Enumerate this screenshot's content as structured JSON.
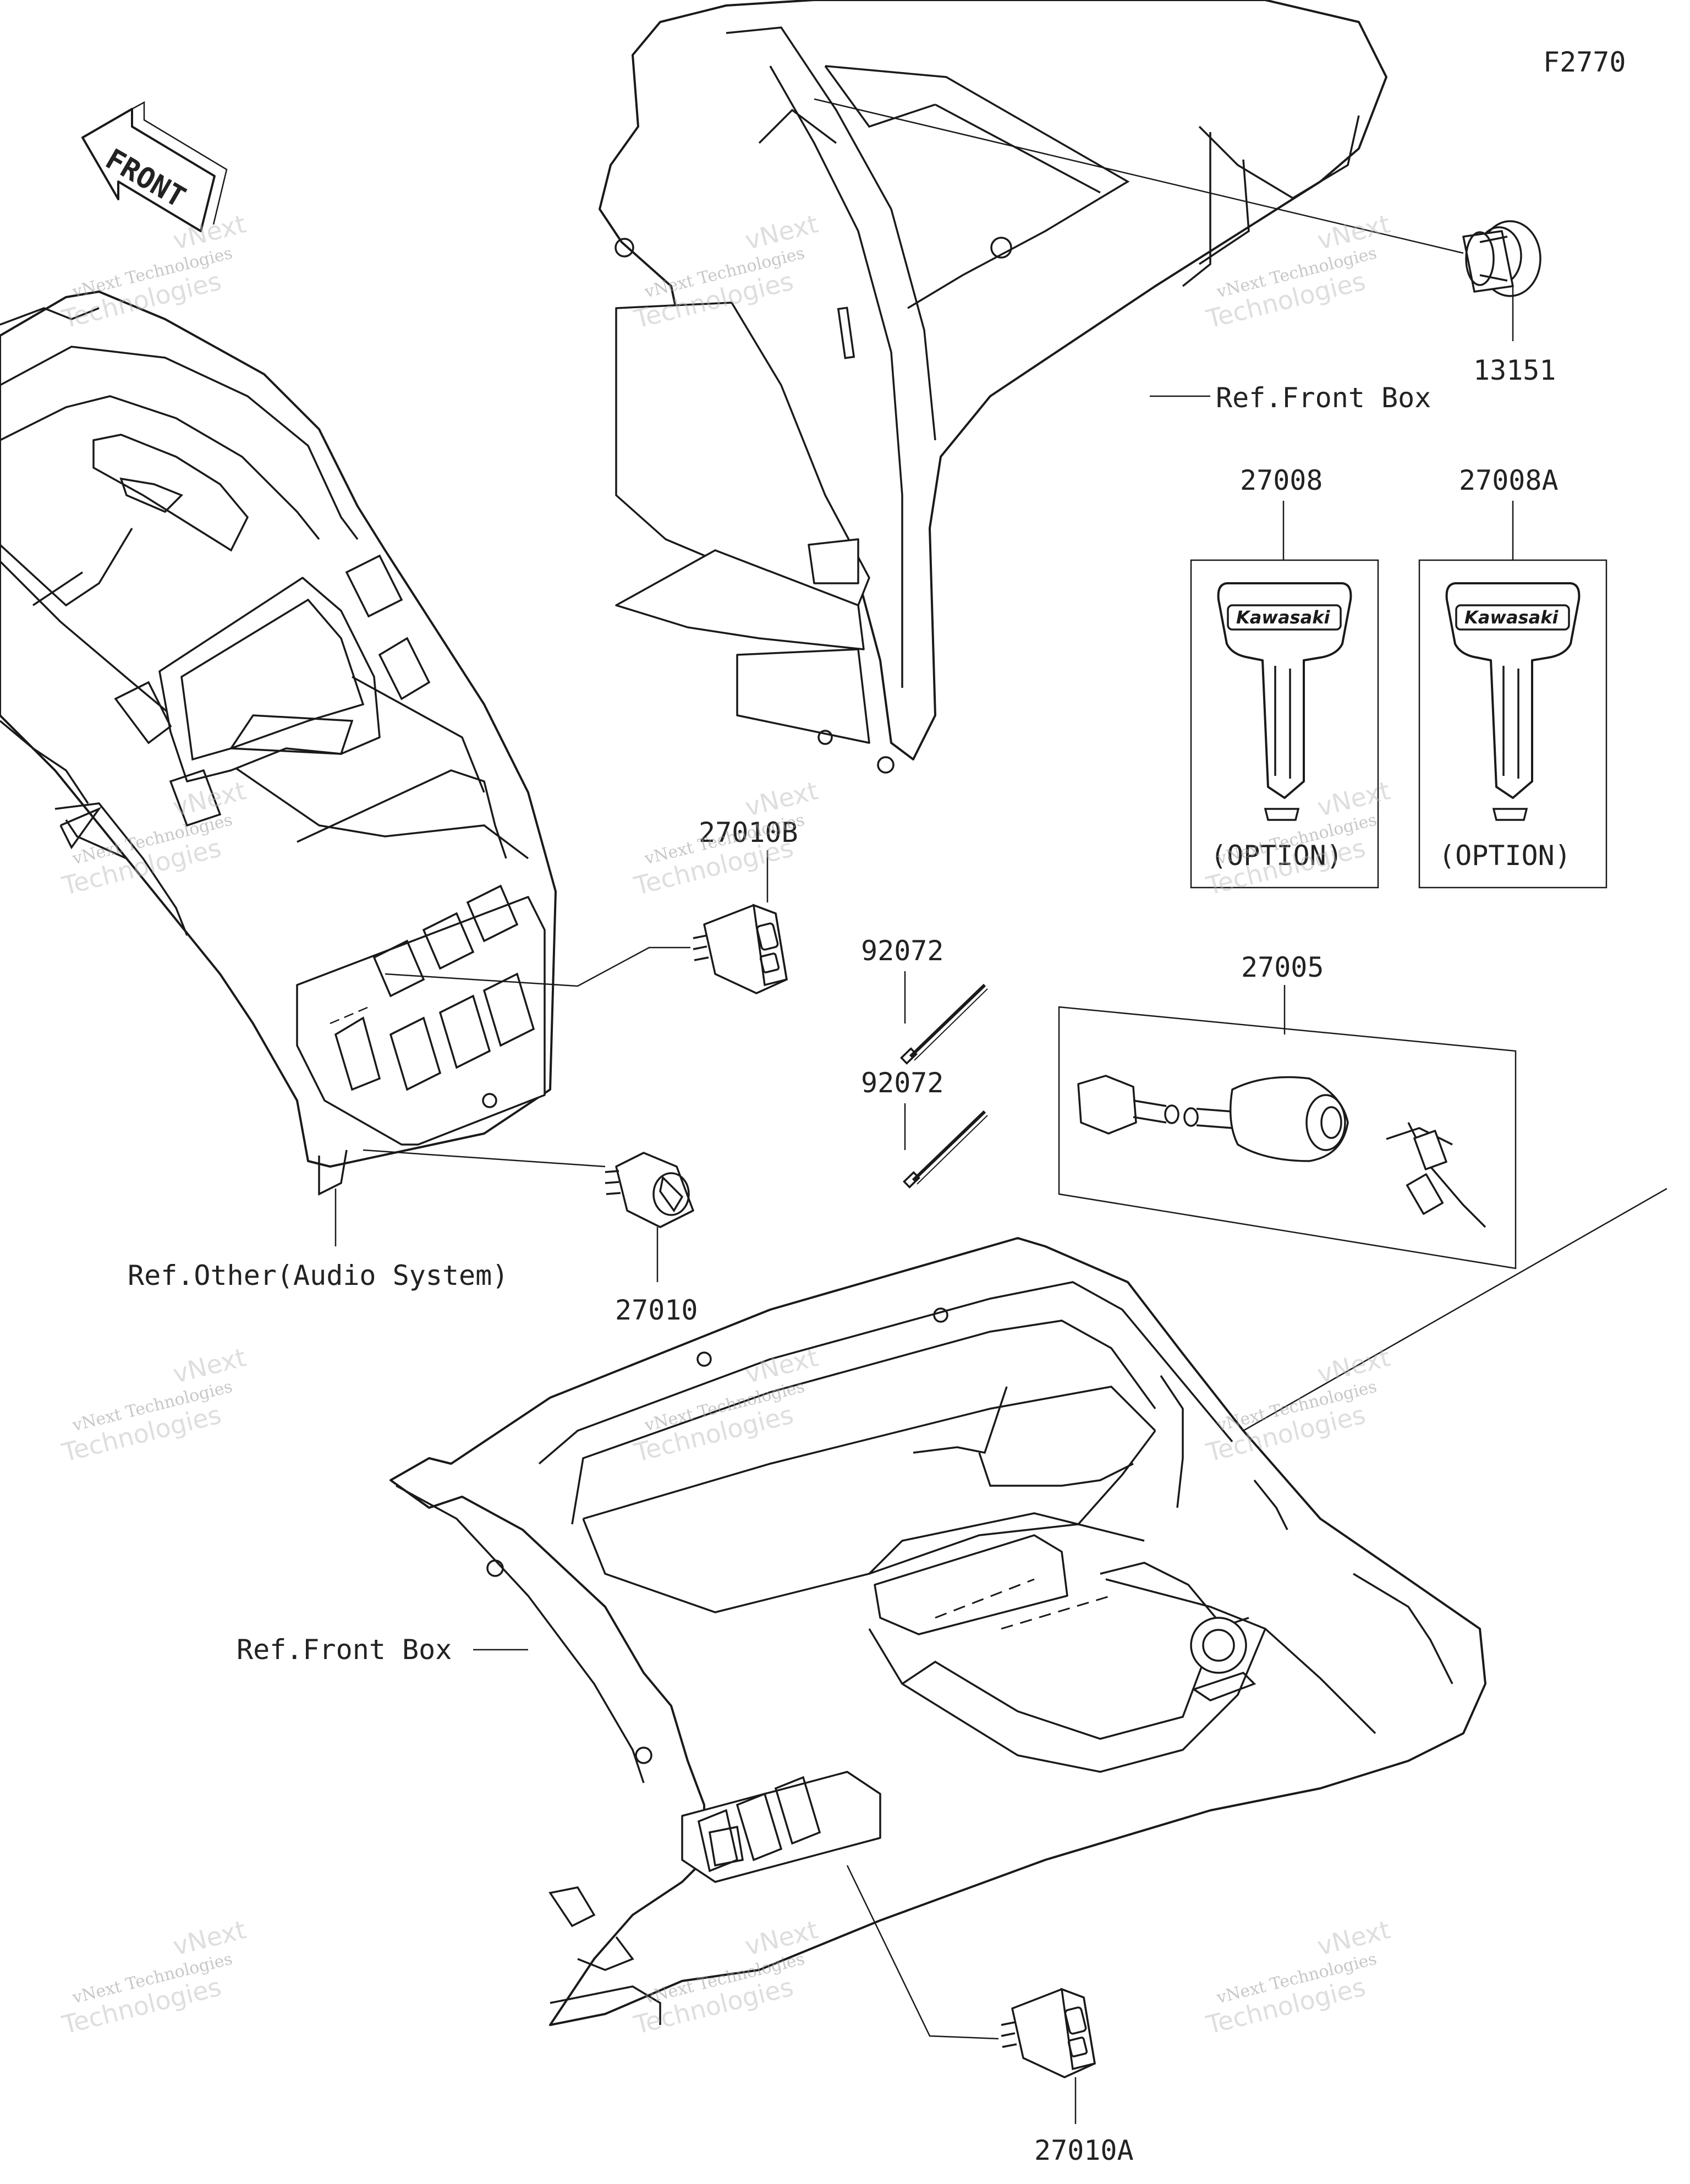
{
  "figure_code": "F2770",
  "front_arrow_text": "FRONT",
  "watermark": {
    "line1": "vNext Technologies",
    "line2": "Technologies",
    "line3": "vNext"
  },
  "callouts": {
    "p13151": "13151",
    "ref_front_box_top": "Ref.Front Box",
    "p27008": "27008",
    "p27008A": "27008A",
    "p27010B": "27010B",
    "p92072_a": "92072",
    "p92072_b": "92072",
    "p27005": "27005",
    "p27010": "27010",
    "ref_other_audio": "Ref.Other(Audio System)",
    "ref_front_box_bottom": "Ref.Front Box",
    "p27010A": "27010A"
  },
  "key_panels": [
    {
      "brand": "Kawasaki",
      "note": "(OPTION)"
    },
    {
      "brand": "Kawasaki",
      "note": "(OPTION)"
    }
  ]
}
